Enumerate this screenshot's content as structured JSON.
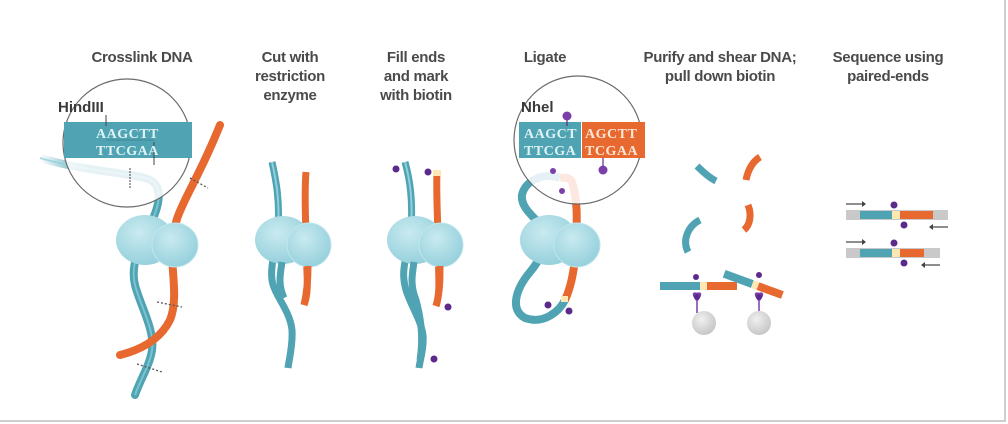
{
  "figure": {
    "title": "Hi-C workflow",
    "colors": {
      "strand_blue": "#4fa3b2",
      "strand_blue_light": "#8fd0dc",
      "strand_orange": "#e8692f",
      "protein": "#a9dde6",
      "biotin": "#5b2a8c",
      "bead": "#d6d6d6",
      "adapter_gray": "#c9c9c9",
      "text": "#4a4a4a"
    },
    "steps": [
      {
        "title_lines": [
          "Crosslink DNA"
        ]
      },
      {
        "title_lines": [
          "Cut with",
          "restriction",
          "enzyme"
        ]
      },
      {
        "title_lines": [
          "Fill ends",
          "and mark",
          "with biotin"
        ]
      },
      {
        "title_lines": [
          "Ligate"
        ]
      },
      {
        "title_lines": [
          "Purify and shear DNA;",
          "pull down biotin"
        ]
      },
      {
        "title_lines": [
          "Sequence using",
          "paired-ends"
        ]
      }
    ],
    "insets": {
      "crosslink": {
        "enzyme": "HindIII",
        "top_seq": "AAGCTT",
        "bottom_seq": "TTCGAA"
      },
      "ligate": {
        "enzyme": "NheI",
        "displayed_enzyme": "Nhel",
        "left_top": "AAGCT",
        "left_bottom": "TTCGA",
        "right_top": "AGCTT",
        "right_bottom": "TCGAA"
      }
    }
  }
}
